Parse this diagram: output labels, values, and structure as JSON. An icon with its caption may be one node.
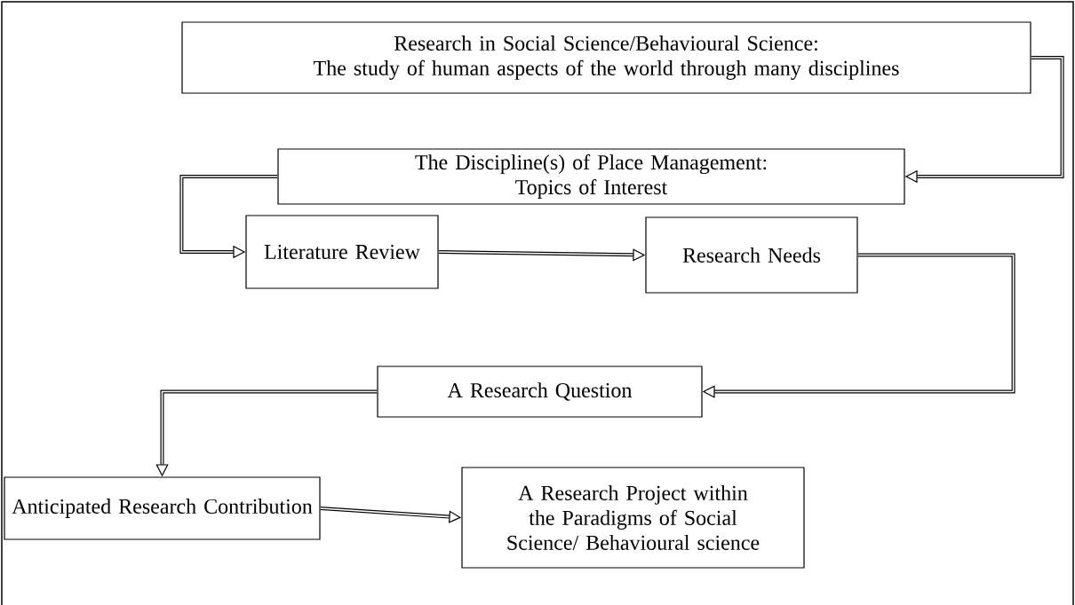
{
  "diagram": {
    "nodes": [
      {
        "text": [
          "Research in Social Science/Behavioural Science:",
          "The study of human aspects of the world through many disciplines"
        ]
      },
      {
        "text": [
          "The Discipline(s) of Place Management:",
          "Topics of Interest"
        ]
      },
      {
        "text": [
          "Literature Review"
        ]
      },
      {
        "text": [
          "Research Needs"
        ]
      },
      {
        "text": [
          "A Research Question"
        ]
      },
      {
        "text": [
          "Anticipated Research Contribution"
        ]
      },
      {
        "text": [
          "A Research Project within the Paradigms of Social Science/ Behavioural science"
        ]
      }
    ],
    "edges": [
      {
        "from": 0,
        "to": 1,
        "arrow": "to"
      },
      {
        "from": 1,
        "to": 2,
        "arrow": "to"
      },
      {
        "from": 2,
        "to": 3,
        "arrow": "to"
      },
      {
        "from": 3,
        "to": 4,
        "arrow": "to"
      },
      {
        "from": 4,
        "to": 5,
        "arrow": "to"
      },
      {
        "from": 5,
        "to": 6,
        "arrow": "to"
      }
    ]
  }
}
